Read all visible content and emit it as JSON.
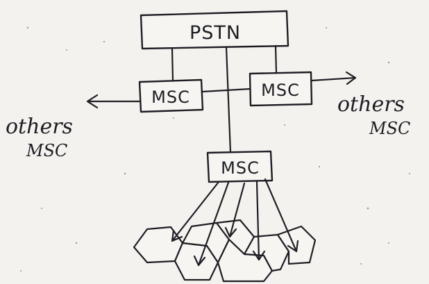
{
  "diagram": {
    "pstn_label": "PSTN",
    "msc_left_label": "MSC",
    "msc_right_label": "MSC",
    "msc_center_label": "MSC",
    "others_left_line1": "others",
    "others_left_line2": "MSC",
    "others_right_line1": "others",
    "others_right_line2": "MSC",
    "ink_color": "#1d1d24",
    "paper_color": "#f4f2ee"
  }
}
